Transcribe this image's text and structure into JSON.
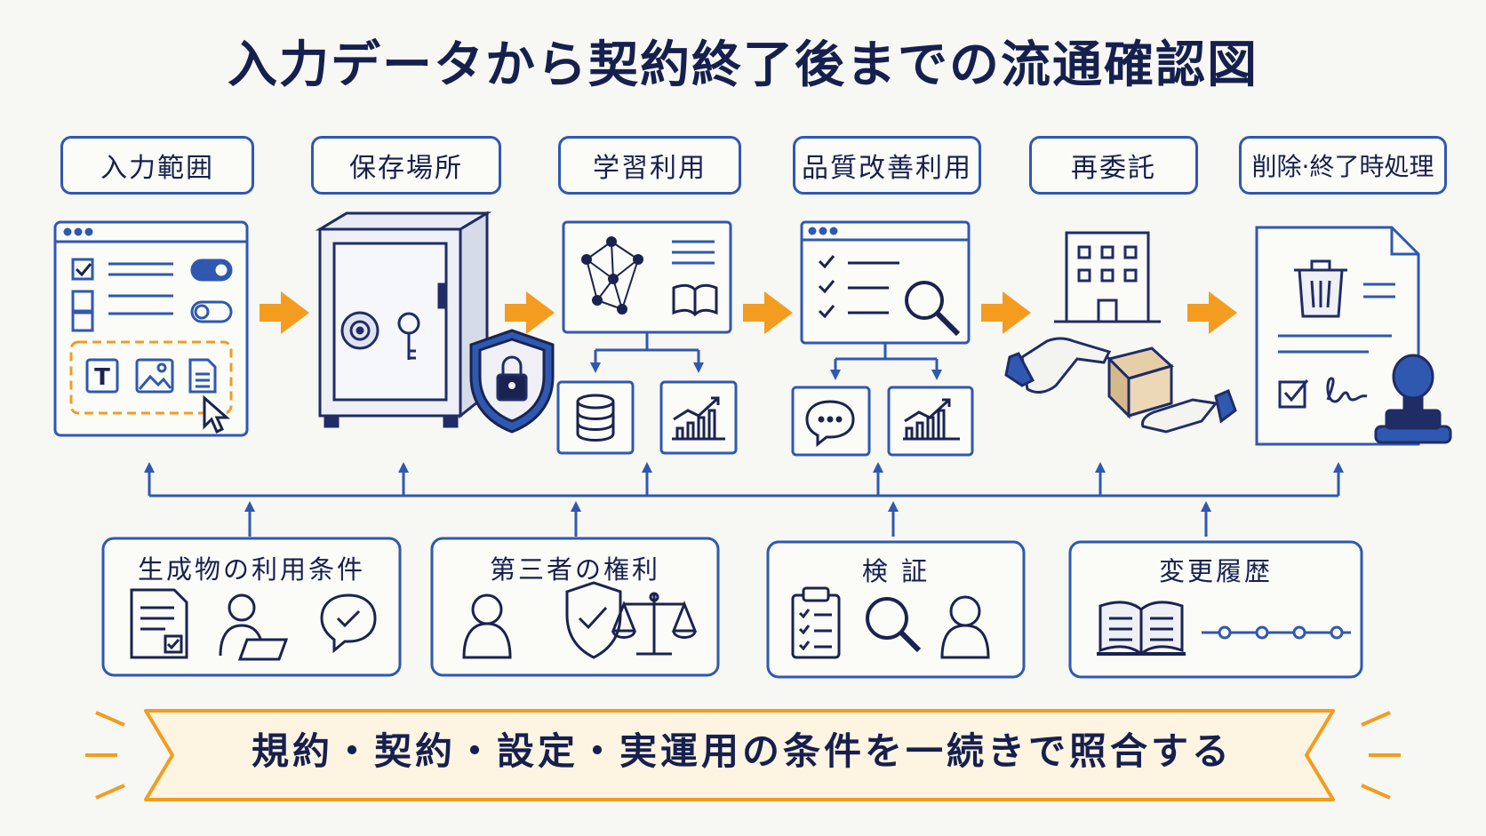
{
  "title": "入力データから契約終了後までの流通確認図",
  "stages": [
    {
      "label": "入力範囲"
    },
    {
      "label": "保存場所"
    },
    {
      "label": "学習利用"
    },
    {
      "label": "品質改善利用"
    },
    {
      "label": "再委託"
    },
    {
      "label": "削除·終了時処理"
    }
  ],
  "conditions": [
    {
      "title": "生成物の利用条件"
    },
    {
      "title": "第三者の権利"
    },
    {
      "title": "検 証"
    },
    {
      "title": "変更履歴"
    }
  ],
  "banner": {
    "text": "規約・契約・設定・実運用の条件を一続きで照合する"
  },
  "input_form": {
    "letter_icon_text": "T"
  },
  "colors": {
    "primary": "#2f58b0",
    "accent": "#f39c1f",
    "ink": "#16204e",
    "background": "#f7f7f4"
  }
}
